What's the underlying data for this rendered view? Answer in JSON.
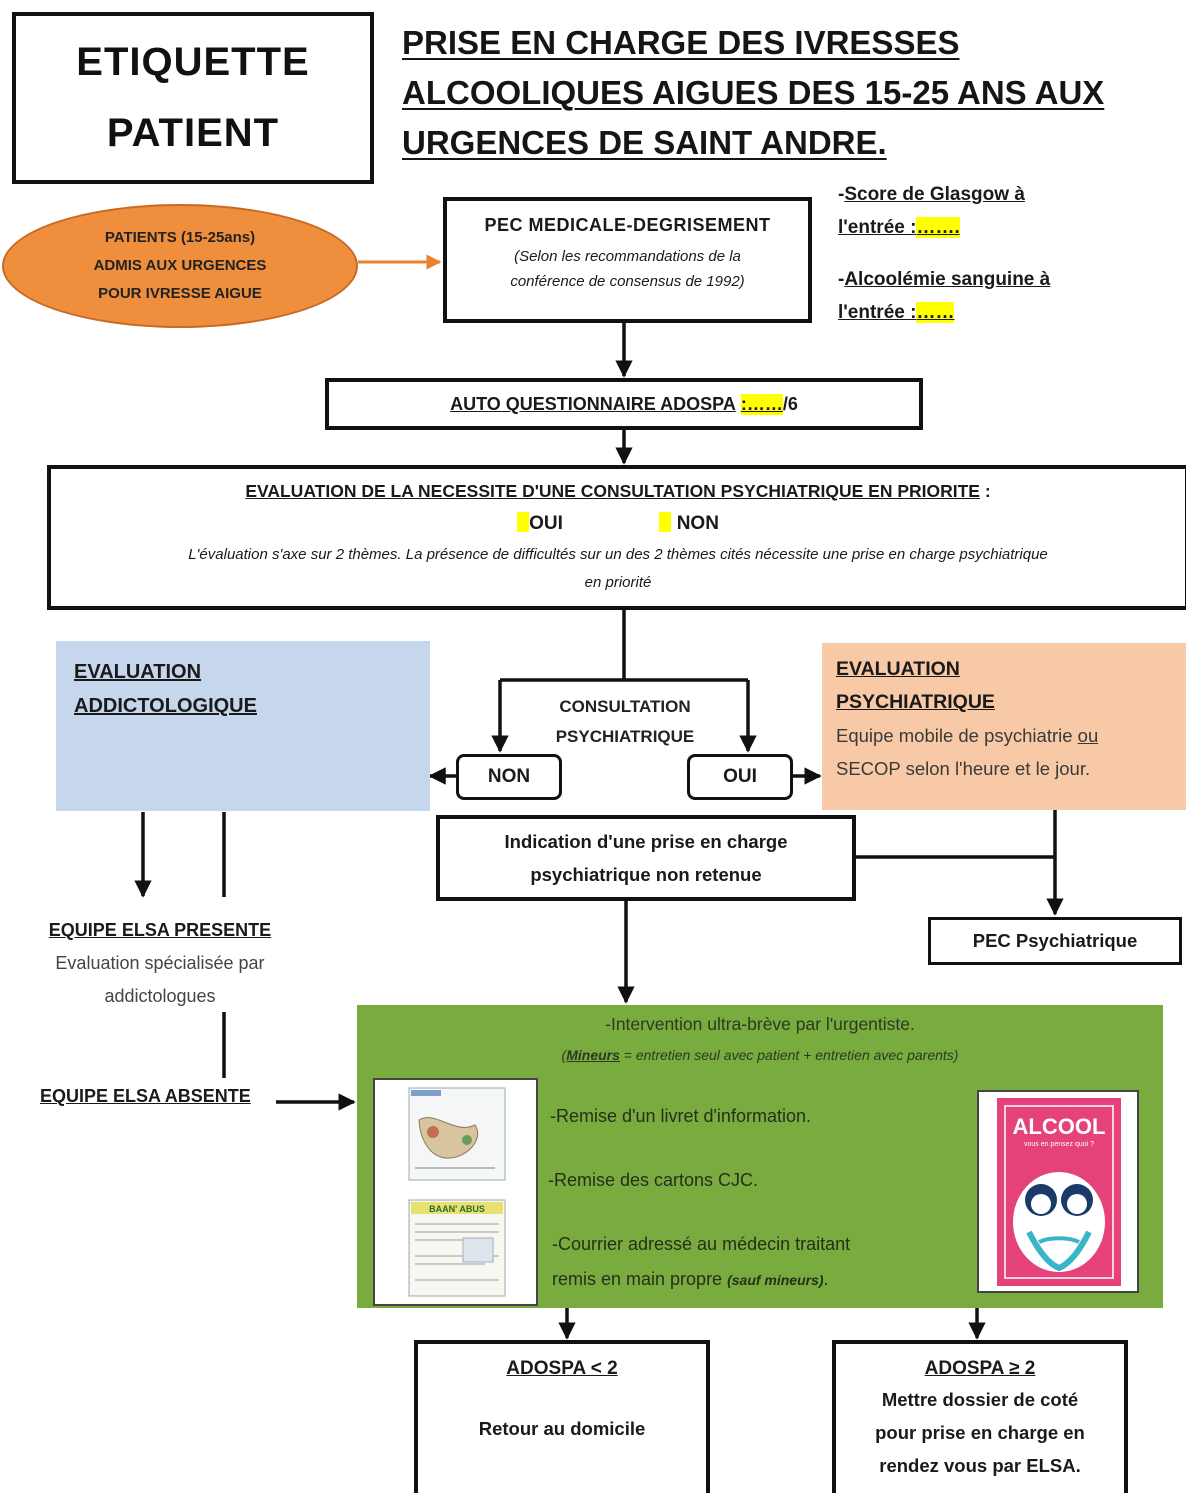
{
  "etiquette": {
    "line1": "ETIQUETTE",
    "line2": "PATIENT"
  },
  "title": {
    "line1": "PRISE EN CHARGE DES IVRESSES",
    "line2": "ALCOOLIQUES AIGUES DES 15-25 ANS AUX",
    "line3": "URGENCES DE SAINT ANDRE."
  },
  "patients": {
    "line1": "PATIENTS (15-25ans)",
    "line2": "ADMIS AUX URGENCES",
    "line3": "POUR IVRESSE AIGUE"
  },
  "pec_medicale": {
    "title": "PEC MEDICALE-DEGRISEMENT",
    "subtitle1": "(Selon les recommandations de la",
    "subtitle2": "conférence de consensus de 1992)"
  },
  "scores": {
    "glasgow_prefix": "-",
    "glasgow_1": "Score de Glasgow à",
    "glasgow_2": "l'entrée :",
    "glasgow_blank": "…….",
    "alcool_prefix": "-",
    "alcool_1": "Alcoolémie sanguine à",
    "alcool_2": "l'entrée :",
    "alcool_blank": "……"
  },
  "adospa_questionnaire": {
    "label": "AUTO QUESTIONNAIRE ADOSPA",
    "blank": ":……",
    "suffix": "/6"
  },
  "evaluation": {
    "title": "EVALUATION DE LA NECESSITE D'UNE CONSULTATION PSYCHIATRIQUE EN PRIORITE",
    "colon": " :",
    "oui_box": "",
    "oui": "OUI",
    "non_box": "",
    "non": "NON",
    "note1": "L'évaluation s'axe sur 2 thèmes. La présence de difficultés sur un des 2 thèmes cités nécessite une prise en charge psychiatrique",
    "note2": "en priorité"
  },
  "addicto": {
    "line1": "EVALUATION",
    "line2": "ADDICTOLOGIQUE"
  },
  "psychiatrique": {
    "line1": "EVALUATION",
    "line2": "PSYCHIATRIQUE",
    "text1a": "Equipe mobile de psychiatrie ",
    "text1b": "ou",
    "text2": "SECOP selon l'heure et le jour."
  },
  "consultation": {
    "line1": "CONSULTATION",
    "line2": "PSYCHIATRIQUE",
    "non": "NON",
    "oui": "OUI"
  },
  "indication": {
    "line1": "Indication d'une prise en charge",
    "line2": "psychiatrique non retenue"
  },
  "pec_psy": {
    "label": "PEC  Psychiatrique"
  },
  "elsa": {
    "presente": "EQUIPE ELSA PRESENTE",
    "presente_text1": "Evaluation spécialisée par",
    "presente_text2": "addictologues",
    "absente": "EQUIPE ELSA ABSENTE"
  },
  "intervention": {
    "line1": "-Intervention ultra-brève par l'urgentiste.",
    "mineurs": "Mineurs",
    "line2": " = entretien seul avec patient + entretien avec parents)",
    "paren": "(",
    "item1": "-Remise d'un livret d'information.",
    "item2": "-Remise des cartons CJC.",
    "item3a": "-Courrier adressé au médecin traitant",
    "item3b": "remis en main propre ",
    "item3c": "(sauf mineurs)",
    "item3d": ".",
    "leaflet_title": "BAAN' ABUS",
    "poster_title": "ALCOOL",
    "poster_sub": "vous en pensez quoi ?"
  },
  "results": {
    "low_title": "ADOSPA < 2",
    "low_text": "Retour au domicile",
    "high_title": "ADOSPA ≥ 2",
    "high_text1": "Mettre dossier de coté",
    "high_text2": "pour prise en charge en",
    "high_text3": "rendez vous par ELSA."
  },
  "colors": {
    "orange": "#ef8e3d",
    "blue": "#c5d6ed",
    "peach": "#f8c9a6",
    "green": "#7aab3e",
    "highlight": "#ffff00"
  }
}
